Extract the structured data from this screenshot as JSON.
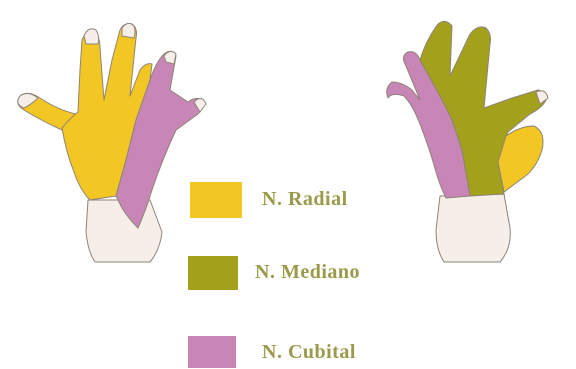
{
  "colors": {
    "radial": "#f2c623",
    "mediano": "#a3a01c",
    "cubital": "#c886b6",
    "skin": "#f6eee8",
    "outline": "#8f8378"
  },
  "legend": [
    {
      "key": "radial",
      "label": "N. Radial"
    },
    {
      "key": "mediano",
      "label": "N. Mediano"
    },
    {
      "key": "cubital",
      "label": "N. Cubital"
    }
  ]
}
